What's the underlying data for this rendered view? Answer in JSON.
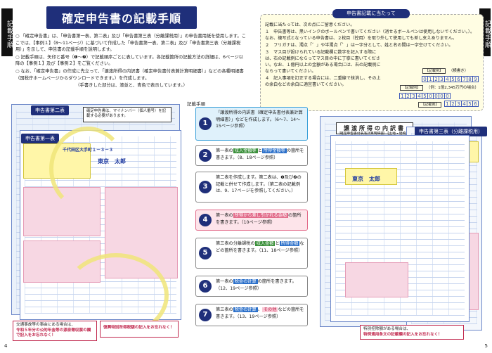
{
  "side_tabs": {
    "left": "記載手順",
    "right": "記載手順"
  },
  "title": "確定申告書の記載手順",
  "intro": {
    "p1": "○ 「確定申告書」は、「申告書第一表、第二表」及び「申告書第三表（分離課税用）」の申告書用紙を使用します。ここでは、【事例１】（8～11ページ）に基づいて作成した「申告書第一表、第二表」及び「申告書第三表（分離課税用）」を示して、申告書の記載手順を説明します。",
    "p2": "○ 記載手順は、矢印と番号（❶～❼）で記載順序ごとに表しています。各記載箇所の記載方法の詳細は、6ページ以降の【事例１】及び【事例２】をご覧ください。",
    "p3": "○ なお、「確定申告書」の作成に先立って、「譲渡所得の内訳書（確定申告書付表兼計算明細書）」などの各種明細書（国税庁ホームページからダウンロードできます。）を作成します。",
    "p4": "（手書きした部分は、液並と、青色で表示しています。）"
  },
  "notes": {
    "title": "申告書記載に当たって",
    "lead": "記載に当たっては、次の点にご留意ください。",
    "items": [
      "１　申告書等は、黒いインクのボールペンで書いてください（消せるボールペンは使用しないでください。）。なお、複写式となっている申告書は、２枚目（控用）を取り外して使用しても差し支えありません。",
      "２　フリガナは、濁点「゛」や半濁点「゜」は一字分として、姓と名の間は一字空けてください。",
      "３　マス目が設けられている記載欄に数字を記入する際には、右の記載例にならってマス目の中に丁寧に書いてください。なお、１億円以上の金額がある場合には、右の記載例にならって書いてください。",
      "４　記入事項を訂正する場合には、二重線で抹消し、その上の余白などの余白に適宜書いてください。"
    ],
    "ex1_label": "【記載例】",
    "ex1_caption": "（横書き）",
    "ex1_digits": [
      "0",
      "1",
      "2",
      "3",
      "4",
      "5",
      "6",
      "7",
      "8",
      "9"
    ],
    "ex2_label": "【記載例】",
    "ex2_caption": "（例：1億2,345万円の場合）",
    "ex2_digits": [
      "1",
      "2",
      "3",
      "4",
      "5",
      "0",
      "0",
      "0",
      "0"
    ],
    "ex3_label": "【記載例】",
    "ex3_digits": [
      "1",
      "2",
      "3",
      "4",
      "5",
      "6"
    ]
  },
  "left_form": {
    "tag1": "申告書第二表",
    "tag2": "申告書第一表",
    "callout": "確定申告書は、マイナンバー（個人番号）を記載する必要があります。",
    "name_handwritten": "東京　太郎",
    "address_handwritten": "千代田区大手町１－３－３",
    "bottom_note1_a": "交通事故等の事由にある場合は、",
    "bottom_note1_b": "令和５年分の公的年金等の源泉徴収票の欄で記入をお忘れなく！",
    "bottom_note2": "復興特別所得税額の記入をお忘れなく！",
    "page": "4"
  },
  "steps": {
    "header": "記載手順",
    "subheader": "記載手順",
    "items": [
      {
        "num": "1",
        "pre": "「譲渡所得の内訳書（確定申告書付表兼計算明細書）」などを作成します。（6～7、14～15ページ参照）"
      },
      {
        "num": "2",
        "pre": "第一表の",
        "hl1": "収入金額等",
        "mid": "と",
        "hl2": "所得金額等",
        "post": "の箇所を書きます。（8、18ページ参照）"
      },
      {
        "num": "3",
        "pre": "第二表を作成します。第二表は、❶及び❷の記載と併せて作成します。（第二表の記載例は、9、17ページを参照してください。）"
      },
      {
        "num": "4",
        "pre": "第一表の",
        "hl1": "所得から差し引かれる金額",
        "post": "の箇所を書きます。（10ページ参照）"
      },
      {
        "num": "5",
        "pre": "第三表の分離課税の",
        "hl1": "収入金額",
        "mid": "と",
        "hl2": "所得金額",
        "post": "などの箇所を書きます。（11、18ページ参照）"
      },
      {
        "num": "6",
        "pre": "第一表の",
        "hl1": "税金の計算",
        "post": "の箇所を書きます。（12、19ページ参照）"
      },
      {
        "num": "7",
        "pre": "第三表の",
        "hl1": "税金の計算",
        "mid": "、",
        "hl2": "その他",
        "post": "などの箇所を書きます。（13、19ページ参照）"
      }
    ]
  },
  "right_form": {
    "title": "譲渡所得の内訳書",
    "subtitle": "（確定申告書付表兼計算明細書）【土地・建物用】",
    "tag": "申告書第三表（分離課税用）",
    "name_handwritten": "東京　太郎",
    "bottom_note_a": "特別控除額がある場合は、",
    "bottom_note_b": "特例適用条文の記載欄の記入をお忘れなく！",
    "page": "5"
  }
}
